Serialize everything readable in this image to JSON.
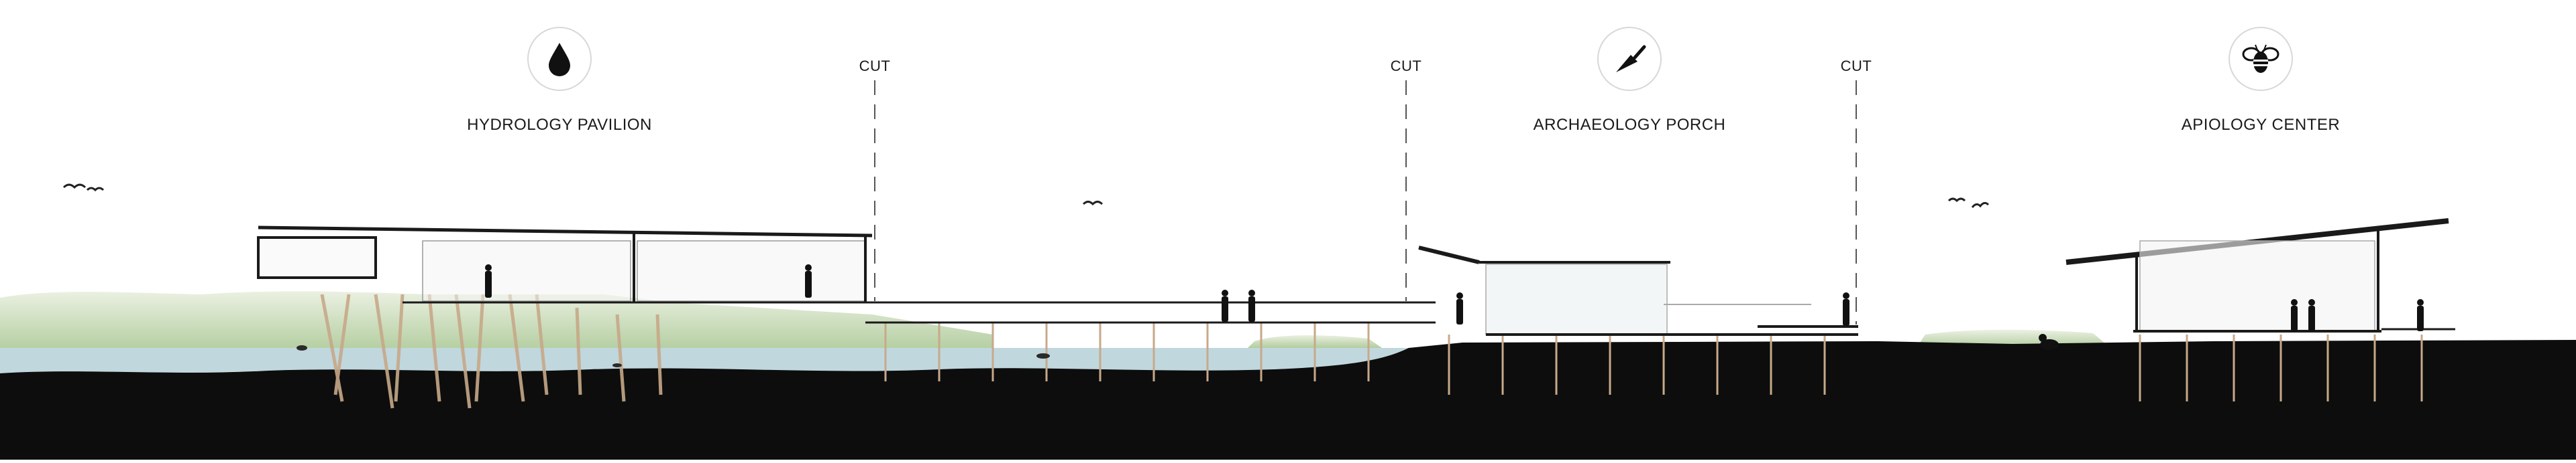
{
  "pavilions": [
    {
      "label": "HYDROLOGY PAVILION",
      "icon": "water-drop-icon"
    },
    {
      "label": "ARCHAEOLOGY PORCH",
      "icon": "trowel-icon"
    },
    {
      "label": "APIOLOGY CENTER",
      "icon": "bee-icon"
    }
  ],
  "cuts": [
    {
      "label": "CUT"
    },
    {
      "label": "CUT"
    },
    {
      "label": "CUT"
    }
  ],
  "colors": {
    "ground": "#0d0d0d",
    "water": "#b9d3da",
    "grass": "#9fc08a",
    "structure": "#1a1a1a",
    "stilt": "#c7a989"
  }
}
